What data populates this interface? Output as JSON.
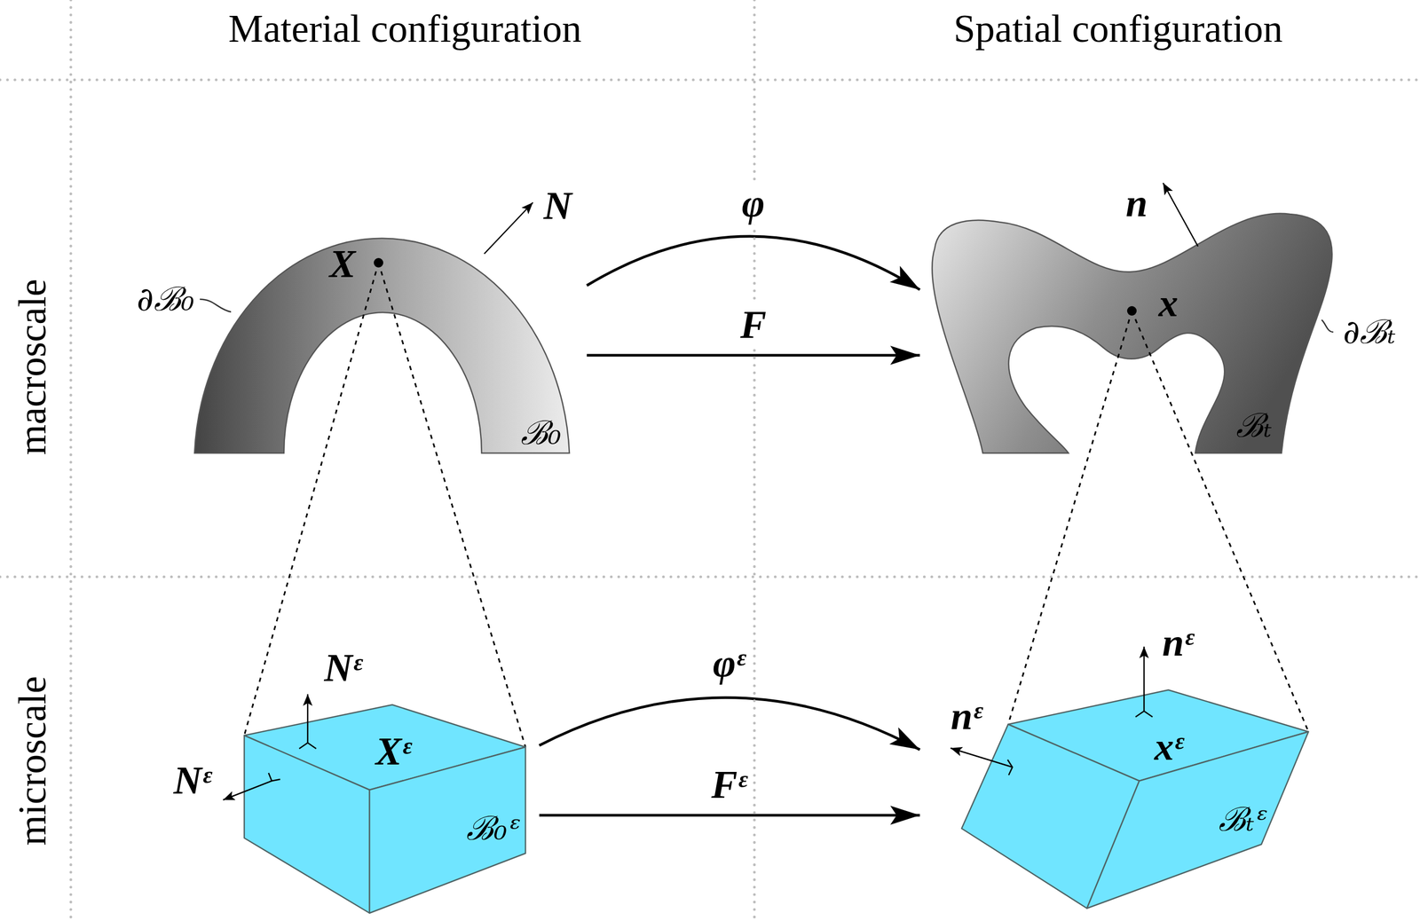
{
  "diagram": {
    "nodes": [
      {
        "text": [
          "ℬ₀",
          "∂ℬ₀",
          "X",
          "N"
        ]
      },
      {
        "text": [
          "ℬₜ",
          "∂ℬₜ",
          "x",
          "n"
        ]
      },
      {
        "text": [
          "ℬ₀ᵋ",
          "Xᵋ",
          "Nᵋ",
          "Nᵋ"
        ]
      },
      {
        "text": [
          "ℬₜᵋ",
          "xᵋ",
          "nᵋ",
          "nᵋ"
        ]
      }
    ],
    "edges": [
      {
        "from": 0,
        "to": 1,
        "arrow": "to",
        "label": "φ"
      },
      {
        "from": 0,
        "to": 1,
        "arrow": "to",
        "label": "F"
      },
      {
        "from": 2,
        "to": 3,
        "arrow": "to",
        "label": "φᵋ"
      },
      {
        "from": 2,
        "to": 3,
        "arrow": "to",
        "label": "Fᵋ"
      }
    ],
    "labels": [
      "Material configuration",
      "Spatial configuration",
      "macroscale",
      "microscale"
    ]
  }
}
